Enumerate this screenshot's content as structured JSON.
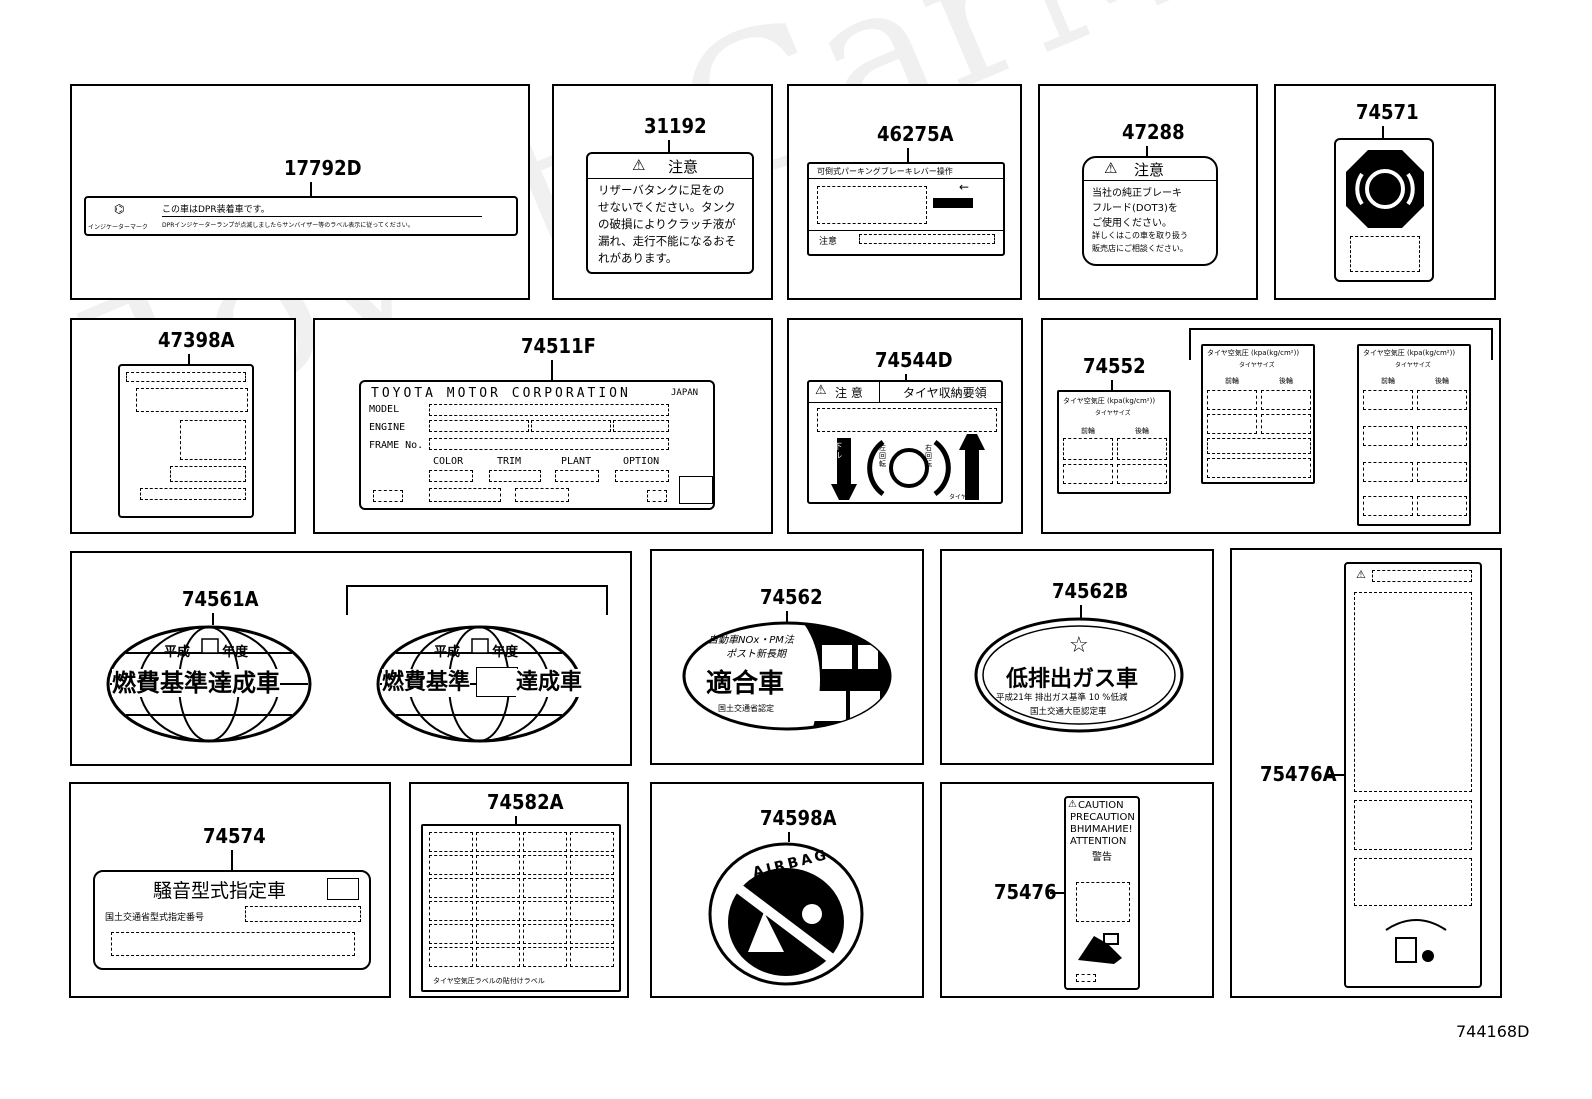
{
  "diagram_number": "744168D",
  "parts": {
    "p17792D": {
      "number": "17792D",
      "line1": "この車はDPR装着車です。",
      "line2": "DPRインジケーターランプが点滅しましたらサンバイザー等のラベル表示に従ってください。",
      "icon_caption": "インジケーターマーク"
    },
    "p31192": {
      "number": "31192",
      "title": "注意",
      "lines": [
        "リザーバタンクに足をの",
        "せないでください。タンク",
        "の破損によりクラッチ液が",
        "漏れ、走行不能になるおそ",
        "れがあります。"
      ]
    },
    "p46275A": {
      "number": "46275A",
      "header": "可倒式パーキングブレーキレバー操作",
      "footer": "注意"
    },
    "p47288": {
      "number": "47288",
      "title": "注意",
      "lines": [
        "当社の純正ブレーキ",
        "フルード(DOT3)を",
        "ご使用ください。",
        "詳しくはこの車を取り扱う",
        "販売店にご相談ください。"
      ]
    },
    "p74571": {
      "number": "74571"
    },
    "p47398A": {
      "number": "47398A"
    },
    "p74511F": {
      "number": "74511F",
      "company": "TOYOTA MOTOR CORPORATION",
      "country": "JAPAN",
      "model": "MODEL",
      "engine": "ENGINE",
      "frame": "FRAME No.",
      "color": "COLOR",
      "trim": "TRIM",
      "plant": "PLANT",
      "option": "OPTION"
    },
    "p74544D": {
      "number": "74544D",
      "title": "注 意",
      "subtitle": "タイヤ収納要領",
      "down": "下ル",
      "left_rot": "左回転",
      "right_rot": "右回転",
      "up_caption": "タイヤ"
    },
    "p74552": {
      "number": "74552",
      "header": "タイヤ空気圧 (kpa(kg/cm²))",
      "size": "タイヤサイズ",
      "front": "前輪",
      "rear": "後輪"
    },
    "p74561A": {
      "number": "74561A",
      "era": "平成",
      "year": "年度",
      "line": "燃費基準達成車",
      "line_a": "燃費基準",
      "line_b": "達成車"
    },
    "p74562": {
      "number": "74562",
      "line1": "自動車NOx・PM法",
      "line2": "ポスト新長期",
      "big": "適合車",
      "small": "国土交通省認定"
    },
    "p74562B": {
      "number": "74562B",
      "star": "☆",
      "big": "低排出ガス車",
      "line1": "平成21年 排出ガス基準 10 %低減",
      "line2": "国土交通大臣認定車"
    },
    "p75476A": {
      "number": "75476A"
    },
    "p74574": {
      "number": "74574",
      "title": "騒音型式指定車",
      "sub": "国土交通省型式指定番号"
    },
    "p74582A": {
      "number": "74582A",
      "footer": "タイヤ空気圧ラベルの貼付けラベル"
    },
    "p74598A": {
      "number": "74598A",
      "ring": "AIRBAG"
    },
    "p75476": {
      "number": "75476",
      "lines": [
        "CAUTION",
        "PRECAUTION",
        "ВНИМАНИЕ!",
        "ATTENTION",
        "警告"
      ]
    }
  },
  "watermark": "ToyotaCarMine.ru"
}
